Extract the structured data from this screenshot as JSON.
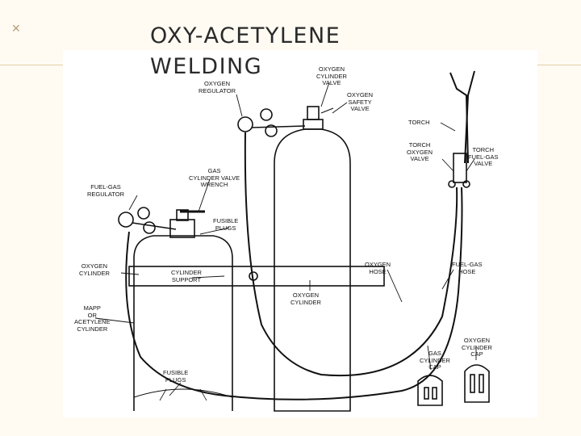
{
  "slide": {
    "title_lines": [
      "OXY-ACETYLENE",
      "WELDING"
    ],
    "accent_color": "#e2cfa6",
    "background_color": "#fffbf3"
  },
  "diagram": {
    "labels": {
      "oxygen_regulator": [
        "OXYGEN",
        "REGULATOR"
      ],
      "oxygen_cylinder_valve": [
        "OXYGEN",
        "CYLINDER",
        "VALVE"
      ],
      "oxygen_safety_valve": [
        "OXYGEN",
        "SAFETY",
        "VALVE"
      ],
      "torch": [
        "TORCH"
      ],
      "torch_oxygen_valve": [
        "TORCH",
        "OXYGEN",
        "VALVE"
      ],
      "torch_fuel_gas_valve": [
        "TORCH",
        "FUEL-GAS",
        "VALVE"
      ],
      "fuel_gas_regulator": [
        "FUEL-GAS",
        "REGULATOR"
      ],
      "gas_cylinder_valve_wrench": [
        "GAS",
        "CYLINDER VALVE",
        "WRENCH"
      ],
      "fusible_plugs_top": [
        "FUSIBLE",
        "PLUGS"
      ],
      "oxygen_cylinder_left": [
        "OXYGEN",
        "CYLINDER"
      ],
      "cylinder_support": [
        "CYLINDER",
        "SUPPORT"
      ],
      "oxygen_hose": [
        "OXYGEN",
        "HOSE"
      ],
      "fuel_gas_hose": [
        "FUEL-GAS",
        "HOSE"
      ],
      "oxygen_cylinder_center": [
        "OXYGEN",
        "CYLINDER"
      ],
      "mapp_acetylene_cylinder": [
        "MAPP",
        "OR",
        "ACETYLENE",
        "CYLINDER"
      ],
      "gas_cylinder_cap": [
        "GAS",
        "CYLINDER",
        "CAP"
      ],
      "oxygen_cylinder_cap": [
        "OXYGEN",
        "CYLINDER",
        "CAP"
      ],
      "fusible_plugs_bottom": [
        "FUSIBLE",
        "PLUGS"
      ]
    }
  }
}
